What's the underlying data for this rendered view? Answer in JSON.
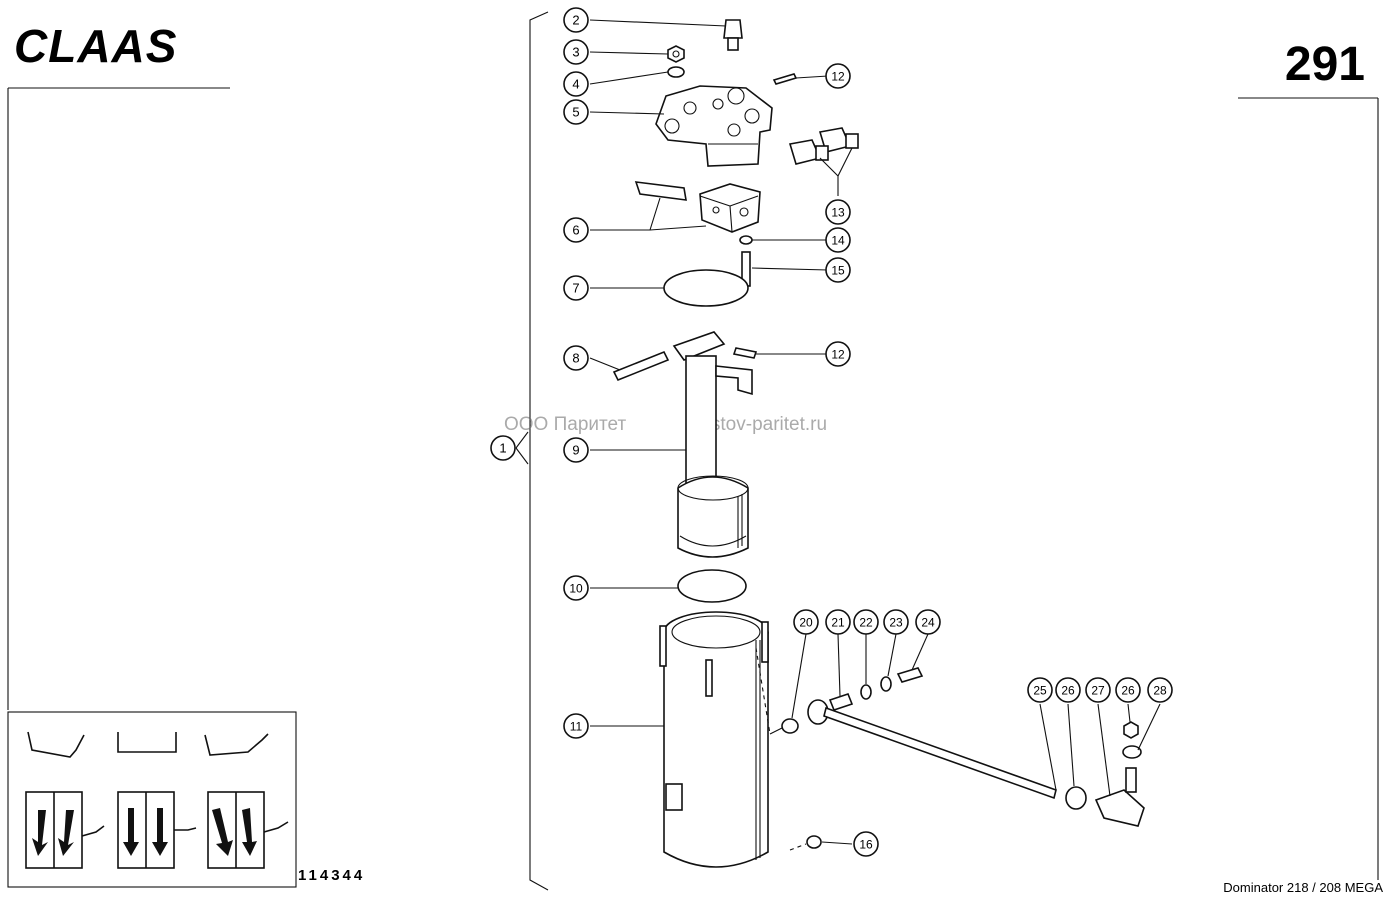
{
  "header": {
    "brand": "CLAAS",
    "page_number": "291"
  },
  "footer": {
    "drawing_number": "114344",
    "model": "Dominator 218 / 208 MEGA"
  },
  "watermark": {
    "left": "ООО Паритет",
    "right": "rostov-paritet.ru"
  },
  "callouts": [
    {
      "id": "c1",
      "label": "1"
    },
    {
      "id": "c2",
      "label": "2"
    },
    {
      "id": "c3",
      "label": "3"
    },
    {
      "id": "c4",
      "label": "4"
    },
    {
      "id": "c5",
      "label": "5"
    },
    {
      "id": "c6",
      "label": "6"
    },
    {
      "id": "c7",
      "label": "7"
    },
    {
      "id": "c8",
      "label": "8"
    },
    {
      "id": "c9",
      "label": "9"
    },
    {
      "id": "c10",
      "label": "10"
    },
    {
      "id": "c11",
      "label": "11"
    },
    {
      "id": "c12a",
      "label": "12"
    },
    {
      "id": "c12b",
      "label": "12"
    },
    {
      "id": "c13",
      "label": "13"
    },
    {
      "id": "c14",
      "label": "14"
    },
    {
      "id": "c15",
      "label": "15"
    },
    {
      "id": "c16",
      "label": "16"
    },
    {
      "id": "c20",
      "label": "20"
    },
    {
      "id": "c21",
      "label": "21"
    },
    {
      "id": "c22",
      "label": "22"
    },
    {
      "id": "c23",
      "label": "23"
    },
    {
      "id": "c24",
      "label": "24"
    },
    {
      "id": "c25",
      "label": "25"
    },
    {
      "id": "c26a",
      "label": "26"
    },
    {
      "id": "c27",
      "label": "27"
    },
    {
      "id": "c26b",
      "label": "26"
    },
    {
      "id": "c28",
      "label": "28"
    }
  ]
}
